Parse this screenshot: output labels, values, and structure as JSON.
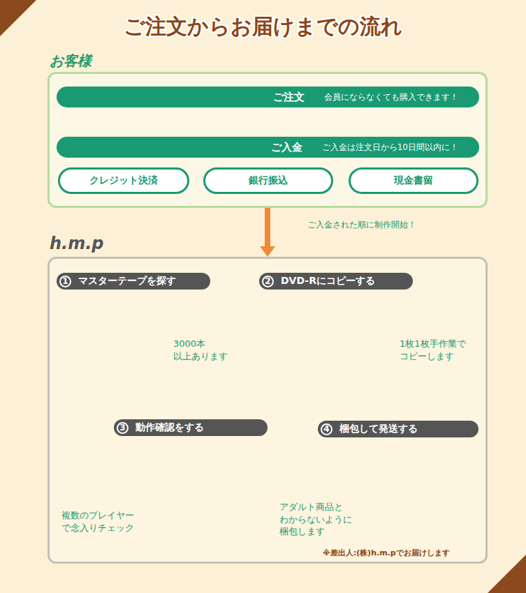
{
  "diagram": {
    "title": "ご注文からお届けまでの流れ",
    "nodes": [
      {
        "text": [
          "お客様"
        ]
      },
      {
        "text": [
          "ご注文",
          "会員にならなくても購入できます！"
        ],
        "in": 0
      },
      {
        "text": [
          "ご入金",
          "ご入金は注文日から10日間以内に！"
        ],
        "in": 0
      },
      {
        "text": [
          "クレジット決済"
        ],
        "in": 0
      },
      {
        "text": [
          "銀行振込"
        ],
        "in": 0
      },
      {
        "text": [
          "現金書留"
        ],
        "in": 0
      },
      {
        "text": [
          "h.m.p"
        ]
      },
      {
        "text": [
          "1",
          "マスターテープを探す"
        ],
        "in": 6
      },
      {
        "text": [
          "2",
          "DVD-Rにコピーする"
        ],
        "in": 6
      },
      {
        "text": [
          "3",
          "動作確認をする"
        ],
        "in": 6
      },
      {
        "text": [
          "4",
          "梱包して発送する"
        ],
        "in": 6
      }
    ],
    "edges": [
      {
        "from": 1,
        "to": 2,
        "arrow": "to"
      },
      {
        "from": 0,
        "to": 6,
        "label": "ご入金された順に制作開始！",
        "arrow": "to"
      },
      {
        "from": 7,
        "to": 8,
        "arrow": "to"
      },
      {
        "from": 8,
        "to": 9,
        "arrow": "to"
      },
      {
        "from": 9,
        "to": 10,
        "arrow": "to"
      }
    ],
    "labels": [
      "3000本 以上あります",
      "1枚1枚手作業で コピーします",
      "複数のプレイヤー で念入りチェック",
      "アダルト商品と わからないように 梱包します",
      "※差出人:(株)h.m.pでお届けします"
    ]
  }
}
